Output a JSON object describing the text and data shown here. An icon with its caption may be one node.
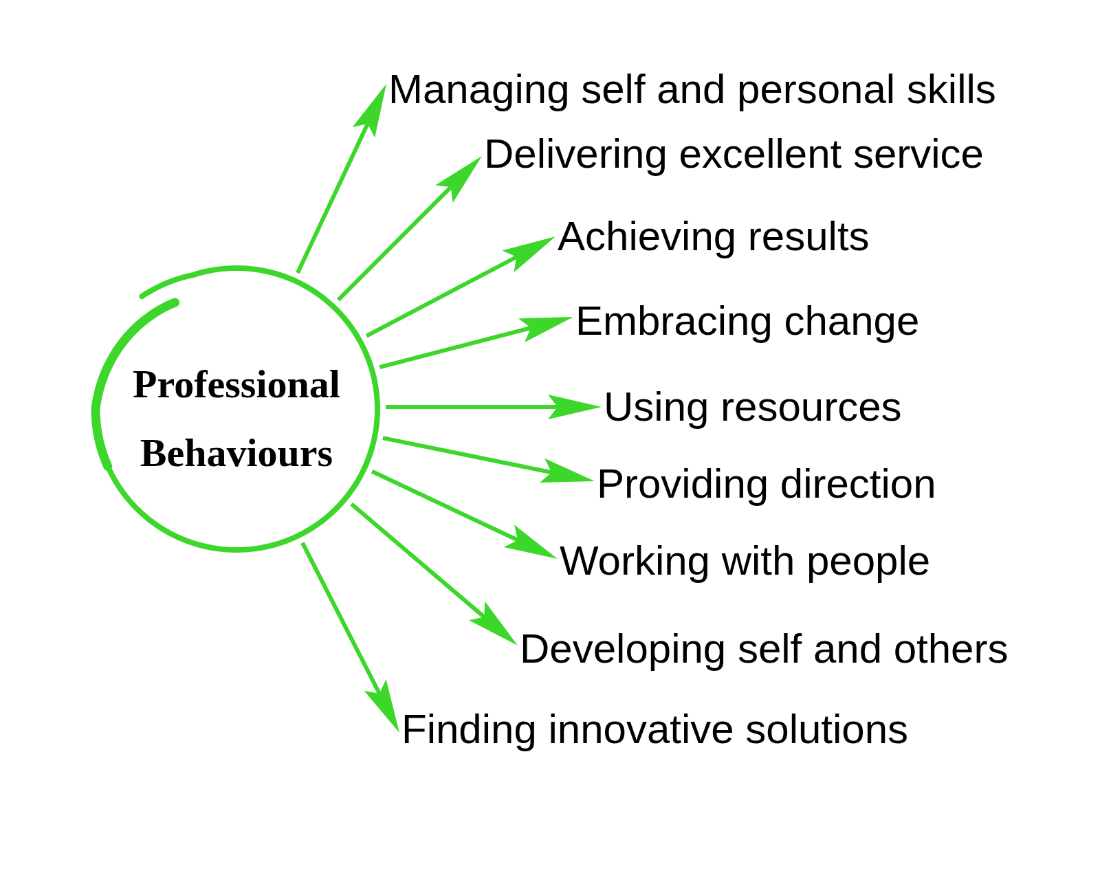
{
  "diagram": {
    "nodes": [
      {
        "text": [
          "Professional Behaviours"
        ]
      },
      {
        "text": [
          "Managing self and personal skills"
        ]
      },
      {
        "text": [
          "Delivering excellent service"
        ]
      },
      {
        "text": [
          "Achieving results"
        ]
      },
      {
        "text": [
          "Embracing change"
        ]
      },
      {
        "text": [
          "Using resources"
        ]
      },
      {
        "text": [
          "Providing direction"
        ]
      },
      {
        "text": [
          "Working with people"
        ]
      },
      {
        "text": [
          "Developing self and others"
        ]
      },
      {
        "text": [
          "Finding innovative solutions"
        ]
      }
    ],
    "edges": [
      {
        "from": 0,
        "to": 1,
        "arrow": "to"
      },
      {
        "from": 0,
        "to": 2,
        "arrow": "to"
      },
      {
        "from": 0,
        "to": 3,
        "arrow": "to"
      },
      {
        "from": 0,
        "to": 4,
        "arrow": "to"
      },
      {
        "from": 0,
        "to": 5,
        "arrow": "to"
      },
      {
        "from": 0,
        "to": 6,
        "arrow": "to"
      },
      {
        "from": 0,
        "to": 7,
        "arrow": "to"
      },
      {
        "from": 0,
        "to": 8,
        "arrow": "to"
      },
      {
        "from": 0,
        "to": 9,
        "arrow": "to"
      }
    ]
  }
}
